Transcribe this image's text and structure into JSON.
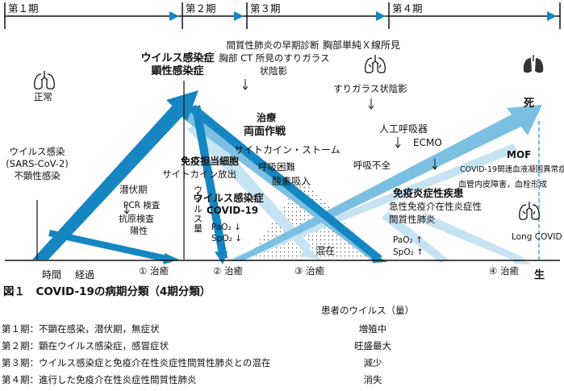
{
  "periods": [
    {
      "id": "p1",
      "label": "第１期"
    },
    {
      "id": "p2",
      "label": "第２期"
    },
    {
      "id": "p3",
      "label": "第３期"
    },
    {
      "id": "p4",
      "label": "第４期"
    }
  ],
  "texts": {
    "normal": "正常",
    "infection": [
      "ウイルス感染",
      "(SARS-CoV-2)",
      "不顕性感染"
    ],
    "incubation": "潜伏期",
    "pcr_test": "PCR 検査",
    "antigen_test": "抗原検査",
    "positive": "陽性",
    "time_label": "時間",
    "progress_label": "経過",
    "overt_infection": [
      "ウイルス感染症",
      "顕性感染症"
    ],
    "immune_cells": [
      "免疫担当細胞",
      "サイトカイン放出"
    ],
    "virus_disease": [
      "ウイルス感染症",
      "COVID-19"
    ],
    "virus_load_vertical": [
      "ウ",
      "イ",
      "ル",
      "ス",
      "量"
    ],
    "pao2_down": "PaO₂ ↓",
    "spo2_down": "SpO₂ ↓",
    "early_diag": [
      "間質性肺炎の早期診断",
      "胸部 CT 所見のすりガラス",
      "状陰影"
    ],
    "treatment": "治療",
    "two_front": "両面作戦",
    "cytokine_storm": "サイトカイン・ストーム",
    "dyspnea": "呼吸困難",
    "oxygen": "酸素吸入",
    "mixed": "混在",
    "xray": "胸部単純Ｘ線所見",
    "ground_glass": "すりガラス状陰影",
    "ventilator": "人工呼吸器",
    "ecmo": "ECMO",
    "resp_failure": "呼吸不全",
    "immune_disease": [
      "免疫炎症性疾患",
      "急性免疫介在性炎症性",
      "間質性肺炎"
    ],
    "pao2_up": "PaO₂ ↑",
    "spo2_up": "SpO₂ ↑",
    "death": "死",
    "mof": "MOF",
    "coagulopathy": "COVID-19関連血液凝固異常症",
    "vascular": "血管内皮障害，血栓形成",
    "long_covid": "Long COVID",
    "survival": "生",
    "recovery1": "① 治癒",
    "recovery2": "② 治癒",
    "recovery3": "③ 治癒",
    "recovery4": "④ 治癒"
  },
  "caption": {
    "title": "図１　COVID-19の病期分類（4期分類）",
    "virus_header": "患者のウイルス（量）",
    "rows": [
      {
        "label": "第１期：不顕在感染，潜伏期，無症状",
        "value": "増殖中"
      },
      {
        "label": "第２期：顕在ウイルス感染症，感冒症状",
        "value": "旺盛最大"
      },
      {
        "label": "第３期：ウイルス感染症と免疫介在性炎症性間質性肺炎との混在",
        "value": "減少"
      },
      {
        "label": "第４期：進行した免疫介在性炎症性間質性肺炎",
        "value": "消失"
      }
    ]
  },
  "colors": {
    "dark_blue": "#1586c1",
    "mid_blue": "#7bc0e2",
    "light_blue": "#c6e3f3",
    "dashed_blue": "#3aa6d8",
    "lung_dark": "#333333"
  }
}
